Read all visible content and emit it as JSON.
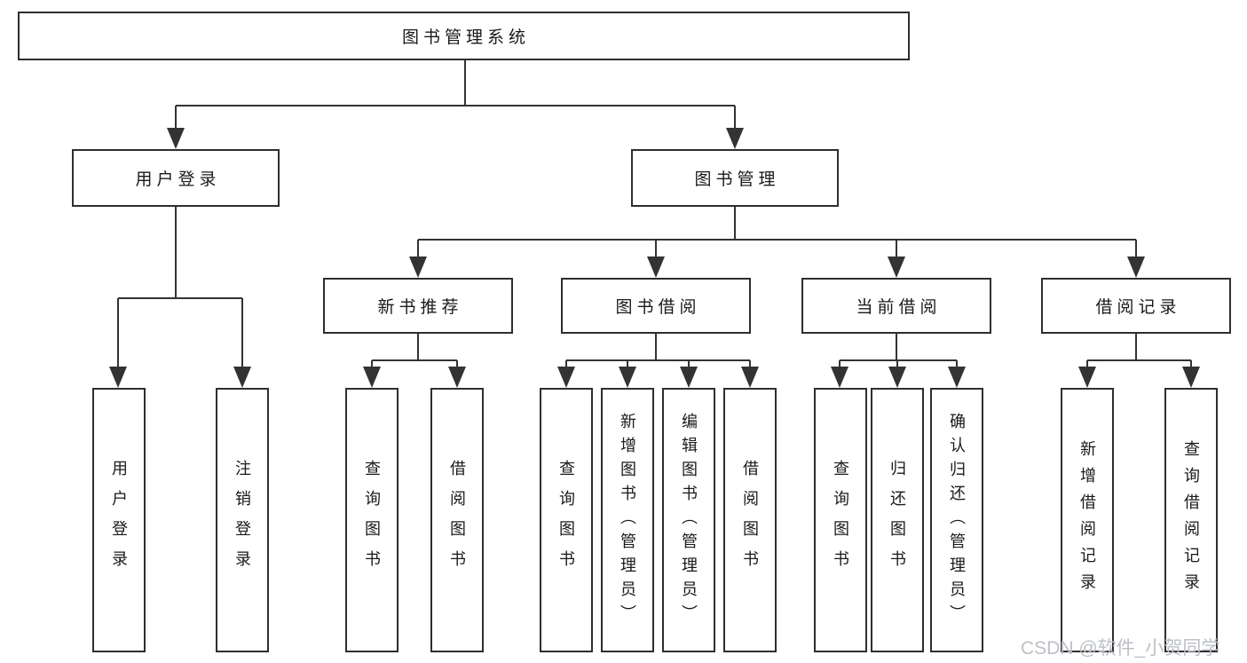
{
  "diagram": {
    "type": "hierarchy",
    "root": {
      "label": "图书管理系统"
    },
    "level2": [
      {
        "label": "用户登录",
        "children": [
          {
            "label": "用户登录"
          },
          {
            "label": "注销登录"
          }
        ]
      },
      {
        "label": "图书管理",
        "children": [
          {
            "label": "新书推荐",
            "children": [
              {
                "label": "查询图书"
              },
              {
                "label": "借阅图书"
              }
            ]
          },
          {
            "label": "图书借阅",
            "children": [
              {
                "label": "查询图书"
              },
              {
                "label": "新增图书（管理员）"
              },
              {
                "label": "编辑图书（管理员）"
              },
              {
                "label": "借阅图书"
              }
            ]
          },
          {
            "label": "当前借阅",
            "children": [
              {
                "label": "查询图书"
              },
              {
                "label": "归还图书"
              },
              {
                "label": "确认归还（管理员）"
              }
            ]
          },
          {
            "label": "借阅记录",
            "children": [
              {
                "label": "新增借阅记录"
              },
              {
                "label": "查询借阅记录"
              }
            ]
          }
        ]
      }
    ]
  },
  "watermark": {
    "text": "CSDN @软件_小贺同学"
  },
  "colors": {
    "line": "#333333",
    "border": "#2e2e2e",
    "text": "#1a1a1a",
    "background": "#ffffff",
    "watermark": "#bcc0c6"
  }
}
